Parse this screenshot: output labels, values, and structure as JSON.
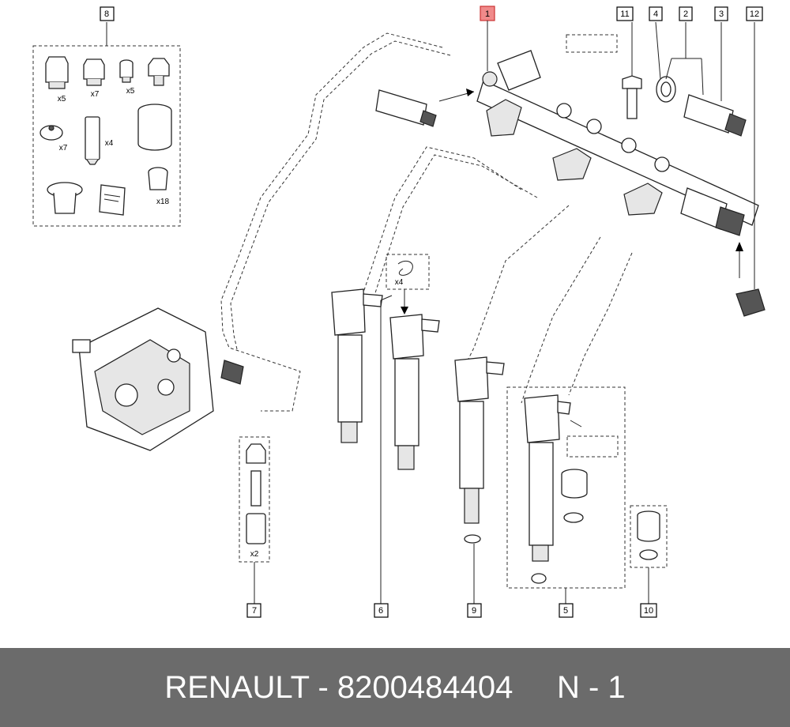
{
  "diagram": {
    "callouts": {
      "c1": "1",
      "c2": "2",
      "c3": "3",
      "c4": "4",
      "c5": "5",
      "c6": "6",
      "c7": "7",
      "c8": "8",
      "c9": "9",
      "c10": "10",
      "c11": "11",
      "c12": "12"
    },
    "highlighted_callout": "1",
    "highlight_color": "#f08a8a",
    "kit8_quantities": {
      "nut": "x5",
      "cap": "x7",
      "plug": "x5",
      "clip": "x7",
      "stud": "x4",
      "seal": "x18"
    },
    "kit6_quantity": "x4",
    "kit7_quantity": "x2"
  },
  "footer": {
    "caption": "RENAULT - 8200484404     N - 1",
    "background": "#6b6b6b",
    "text_color": "#ffffff"
  }
}
